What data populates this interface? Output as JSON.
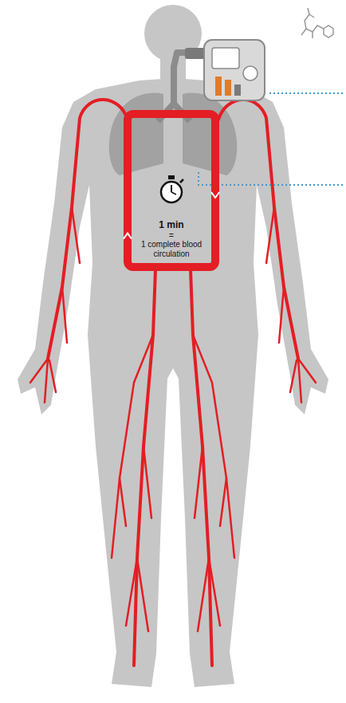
{
  "diagram": {
    "nodes": [
      {
        "text": [
          "1 min",
          "=",
          "1 complete blood circulation"
        ]
      }
    ]
  }
}
